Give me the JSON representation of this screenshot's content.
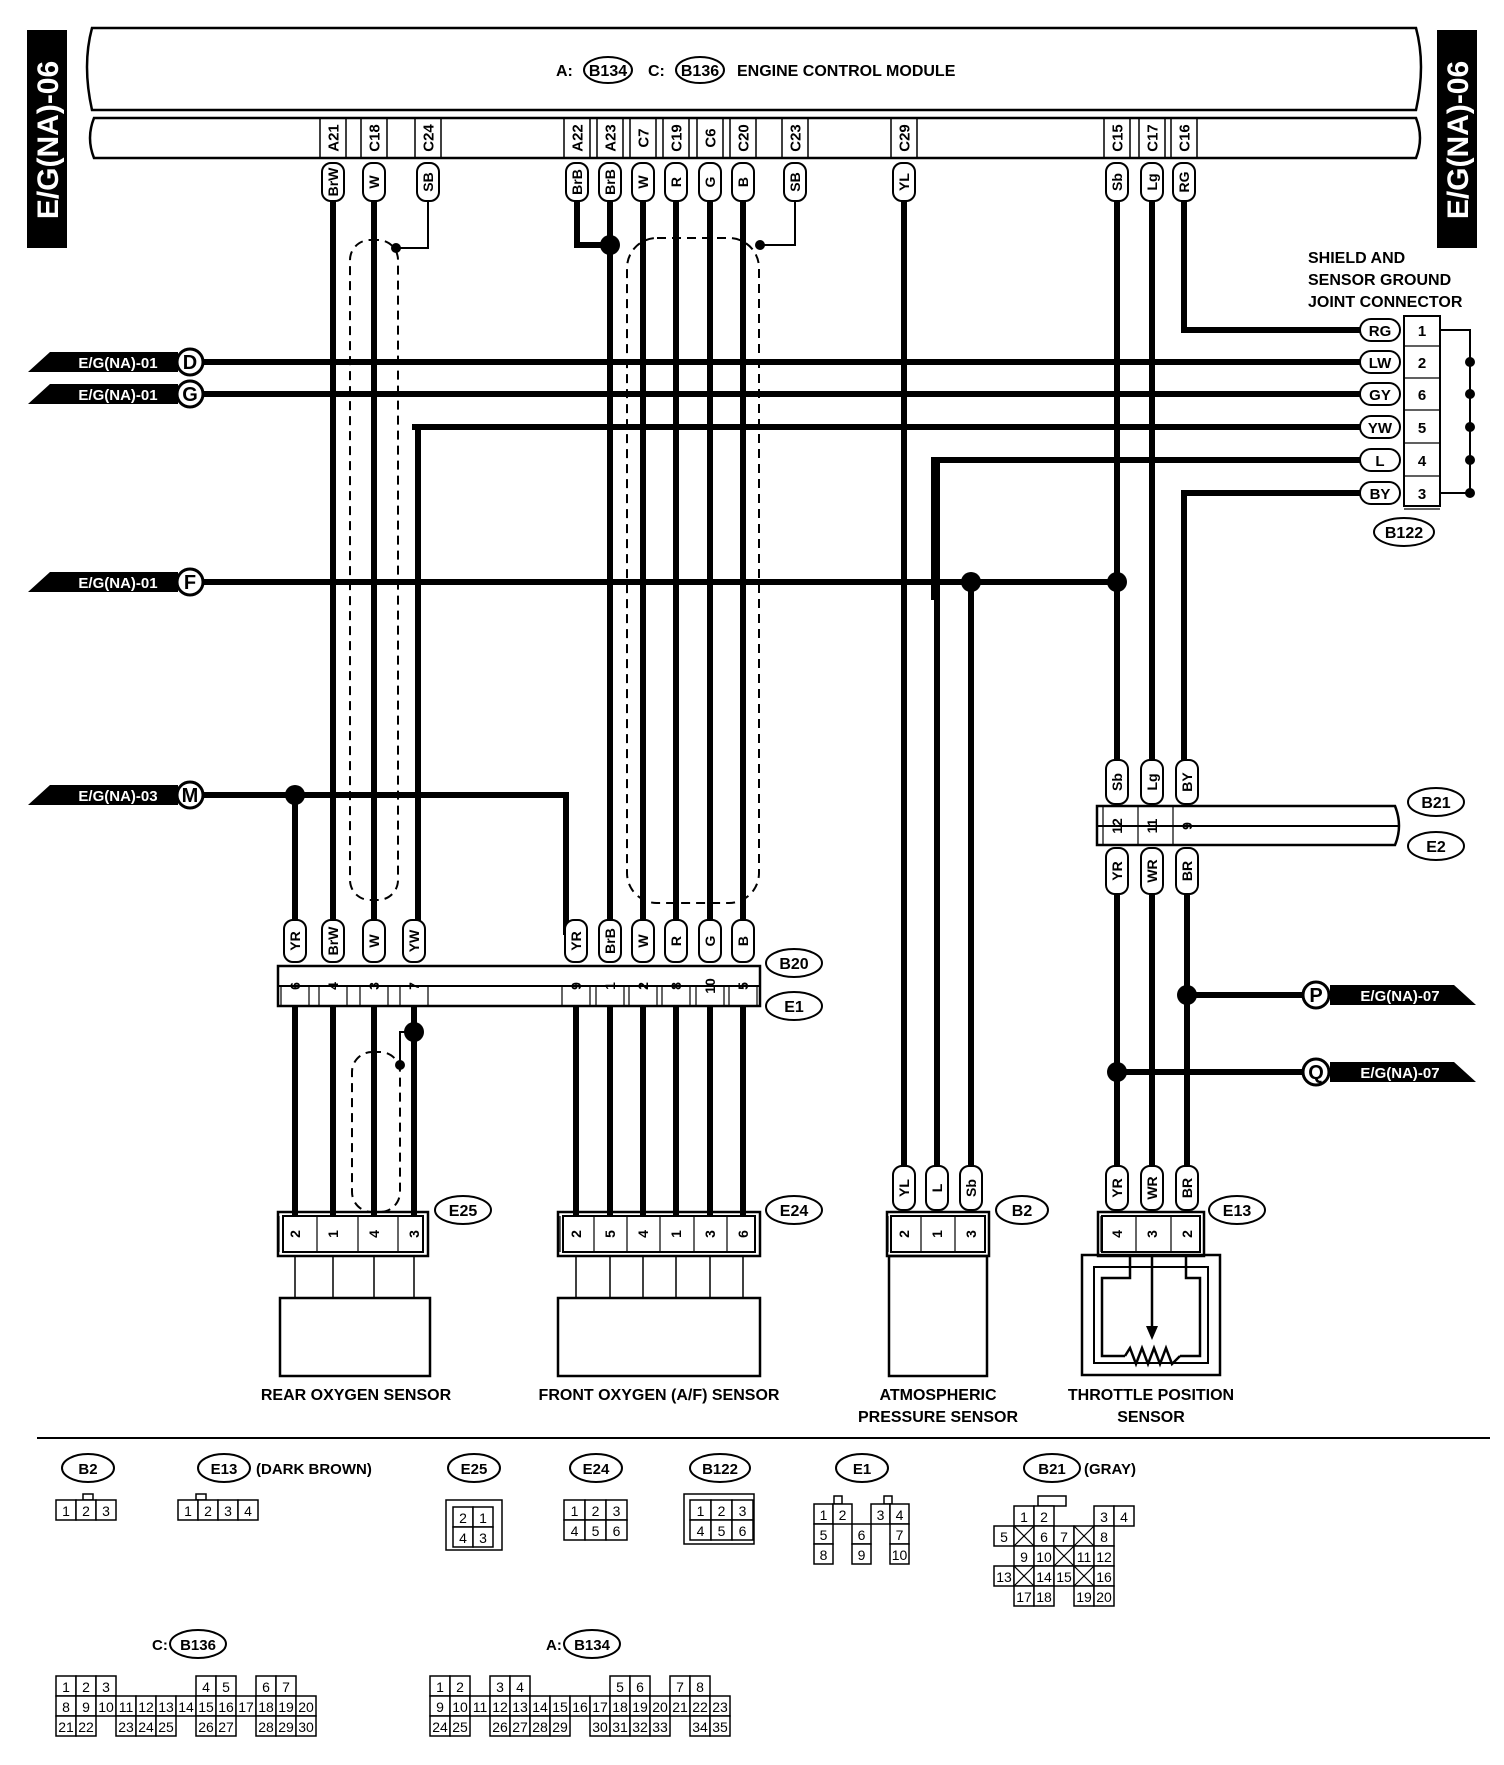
{
  "page_tag": "E/G(NA)-06",
  "ecm": {
    "title": "ENGINE CONTROL MODULE",
    "prefix_a": "A:",
    "prefix_c": "C:",
    "conn_a": "B134",
    "conn_c": "B136",
    "pins": [
      {
        "pin": "A21",
        "color": "BrW"
      },
      {
        "pin": "C18",
        "color": "W"
      },
      {
        "pin": "C24",
        "color": "SB"
      },
      {
        "pin": "A22",
        "color": "BrB"
      },
      {
        "pin": "A23",
        "color": "BrB"
      },
      {
        "pin": "C7",
        "color": "W"
      },
      {
        "pin": "C19",
        "color": "R"
      },
      {
        "pin": "C6",
        "color": "G"
      },
      {
        "pin": "C20",
        "color": "B"
      },
      {
        "pin": "C23",
        "color": "SB"
      },
      {
        "pin": "C29",
        "color": "YL"
      },
      {
        "pin": "C15",
        "color": "Sb"
      },
      {
        "pin": "C17",
        "color": "Lg"
      },
      {
        "pin": "C16",
        "color": "RG"
      }
    ]
  },
  "joint": {
    "title_lines": [
      "SHIELD AND",
      "SENSOR GROUND",
      "JOINT CONNECTOR"
    ],
    "id": "B122",
    "rows": [
      {
        "color": "RG",
        "pin": "1"
      },
      {
        "color": "LW",
        "pin": "2"
      },
      {
        "color": "GY",
        "pin": "6"
      },
      {
        "color": "YW",
        "pin": "5"
      },
      {
        "color": "L",
        "pin": "4"
      },
      {
        "color": "BY",
        "pin": "3"
      }
    ]
  },
  "refs_left": [
    {
      "text": "E/G(NA)-01",
      "letter": "D"
    },
    {
      "text": "E/G(NA)-01",
      "letter": "G"
    },
    {
      "text": "E/G(NA)-01",
      "letter": "F"
    },
    {
      "text": "E/G(NA)-03",
      "letter": "M"
    }
  ],
  "refs_right": [
    {
      "text": "E/G(NA)-07",
      "letter": "P"
    },
    {
      "text": "E/G(NA)-07",
      "letter": "Q"
    }
  ],
  "b20e1": {
    "id1": "B20",
    "id2": "E1",
    "upper_colors": [
      "YR",
      "BrW",
      "W",
      "YW",
      "YR",
      "BrB",
      "W",
      "R",
      "G",
      "B"
    ],
    "pins": [
      "6",
      "4",
      "3",
      "7",
      "9",
      "1",
      "2",
      "8",
      "10",
      "5"
    ]
  },
  "b21e2": {
    "id1": "B21",
    "id2": "E2",
    "upper_colors": [
      "Sb",
      "Lg",
      "BY"
    ],
    "pins": [
      "12",
      "11",
      "9"
    ],
    "lower_colors": [
      "YR",
      "WR",
      "BR"
    ]
  },
  "sensors": {
    "rear": {
      "conn": "E25",
      "pins": [
        "2",
        "1",
        "4",
        "3"
      ],
      "name": "REAR OXYGEN SENSOR"
    },
    "front": {
      "conn": "E24",
      "pins": [
        "2",
        "5",
        "4",
        "1",
        "3",
        "6"
      ],
      "name": "FRONT OXYGEN (A/F) SENSOR"
    },
    "atm": {
      "conn": "B2",
      "colors": [
        "YL",
        "L",
        "Sb"
      ],
      "pins": [
        "2",
        "1",
        "3"
      ],
      "name_lines": [
        "ATMOSPHERIC",
        "PRESSURE SENSOR"
      ]
    },
    "tps": {
      "conn": "E13",
      "colors": [
        "YR",
        "WR",
        "BR"
      ],
      "pins": [
        "4",
        "3",
        "2"
      ],
      "name_lines": [
        "THROTTLE POSITION",
        "SENSOR"
      ]
    }
  },
  "legend": {
    "B2": {
      "id": "B2",
      "pins": [
        "1",
        "2",
        "3"
      ]
    },
    "E13": {
      "id": "E13",
      "note": "(DARK BROWN)",
      "pins": [
        "1",
        "2",
        "3",
        "4"
      ]
    },
    "E25": {
      "id": "E25",
      "rows": [
        [
          "2",
          "1"
        ],
        [
          "4",
          "3"
        ]
      ]
    },
    "E24": {
      "id": "E24",
      "rows": [
        [
          "1",
          "2",
          "3"
        ],
        [
          "4",
          "5",
          "6"
        ]
      ]
    },
    "B122": {
      "id": "B122",
      "rows": [
        [
          "1",
          "2",
          "3"
        ],
        [
          "4",
          "5",
          "6"
        ]
      ]
    },
    "E1": {
      "id": "E1",
      "rows": [
        [
          "1",
          "2",
          "",
          "3",
          "4"
        ],
        [
          "5",
          "",
          "6",
          "",
          "7"
        ],
        [
          "8",
          "",
          "9",
          "",
          "10"
        ]
      ]
    },
    "B21": {
      "id": "B21",
      "note": "(GRAY)",
      "rows": [
        [
          "",
          "1",
          "2",
          "",
          "",
          "3",
          "4"
        ],
        [
          "5",
          "X",
          "6",
          "7",
          "X",
          "8"
        ],
        [
          "",
          "9",
          "10",
          "X",
          "11",
          "12"
        ],
        [
          "13",
          "X",
          "14",
          "15",
          "X",
          "16"
        ],
        [
          "",
          "17",
          "18",
          "",
          "19",
          "20"
        ]
      ]
    },
    "B136": {
      "prefix": "C:",
      "id": "B136",
      "rows": [
        [
          "1",
          "2",
          "3",
          "",
          "",
          "",
          "",
          "4",
          "5",
          "",
          "6",
          "7"
        ],
        [
          "8",
          "9",
          "10",
          "11",
          "12",
          "13",
          "14",
          "15",
          "16",
          "17",
          "18",
          "19",
          "20"
        ],
        [
          "21",
          "22",
          "",
          "23",
          "24",
          "25",
          "",
          "26",
          "27",
          "",
          "28",
          "29",
          "30"
        ]
      ]
    },
    "B134": {
      "prefix": "A:",
      "id": "B134",
      "rows": [
        [
          "1",
          "2",
          "",
          "3",
          "4",
          "",
          "",
          "",
          "",
          "5",
          "6",
          "",
          "7",
          "8"
        ],
        [
          "9",
          "10",
          "11",
          "12",
          "13",
          "14",
          "15",
          "16",
          "17",
          "18",
          "19",
          "20",
          "21",
          "22",
          "23"
        ],
        [
          "24",
          "25",
          "",
          "26",
          "27",
          "28",
          "29",
          "",
          "30",
          "31",
          "32",
          "33",
          "",
          "34",
          "35"
        ]
      ]
    }
  }
}
